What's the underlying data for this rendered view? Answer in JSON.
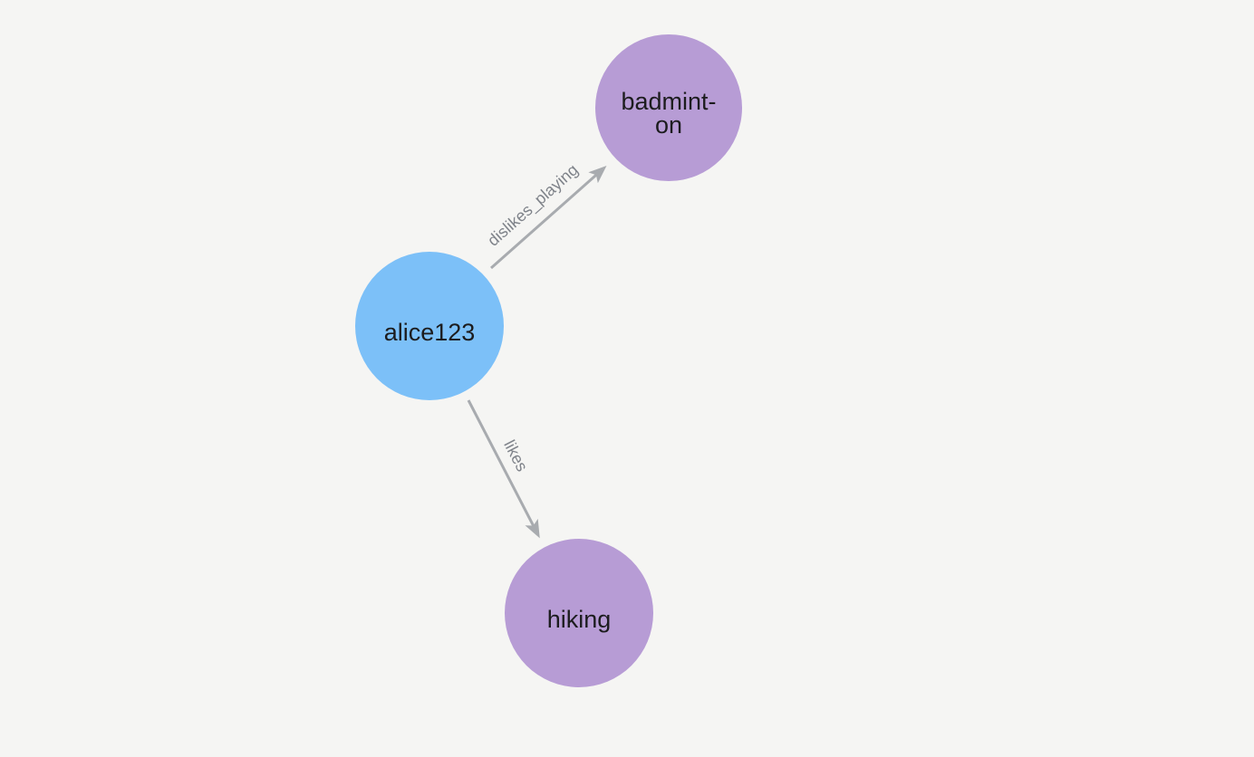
{
  "canvas": {
    "background": "#f5f5f3"
  },
  "graph": {
    "node_text_color": "#1c1c1e",
    "edge_color": "#a8abaf",
    "edge_label_color": "#7f838a",
    "node_colors": {
      "blue": "#7cc0f8",
      "purple": "#b79cd5"
    },
    "nodes": [
      {
        "label": "alice123",
        "color": "#7cc0f8"
      },
      {
        "label": "badminton",
        "lines": [
          "badmint-",
          "on"
        ],
        "color": "#b79cd5"
      },
      {
        "label": "hiking",
        "color": "#b79cd5"
      }
    ],
    "edges": [
      {
        "from": "alice123",
        "to": "badminton",
        "label": "dislikes_playing"
      },
      {
        "from": "alice123",
        "to": "hiking",
        "label": "likes"
      }
    ]
  }
}
